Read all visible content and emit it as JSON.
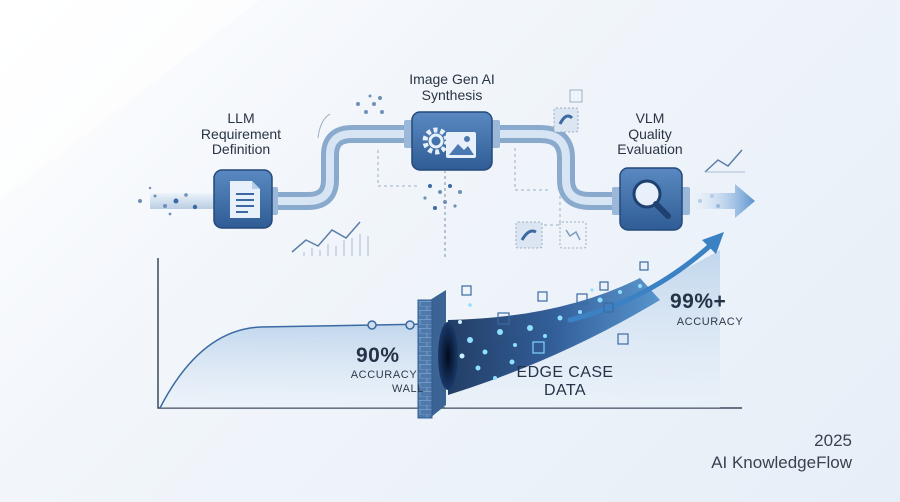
{
  "colors": {
    "pipe": "#9fbcd9",
    "node": "#4a78b0",
    "node_dark": "#2f5c94",
    "accent": "#3b82c4",
    "glow": "#7fd3ff",
    "text": "#253247"
  },
  "pipeline": {
    "stage1": {
      "label": "LLM\nRequirement\nDefinition",
      "icon": "document-icon"
    },
    "stage2": {
      "label": "Image Gen AI\nSynthesis",
      "icon": "gear-image-icon"
    },
    "stage3": {
      "label": "VLM\nQuality\nEvaluation",
      "icon": "magnifier-icon"
    }
  },
  "chart": {
    "wall_value": "90%",
    "wall_caption_1": "ACCURACY",
    "wall_caption_2": "WALL",
    "edge_label_1": "EDGE CASE",
    "edge_label_2": "DATA",
    "target_value": "99%+",
    "target_caption": "ACCURACY"
  },
  "footer": {
    "year": "2025",
    "brand": "AI KnowledgeFlow"
  }
}
